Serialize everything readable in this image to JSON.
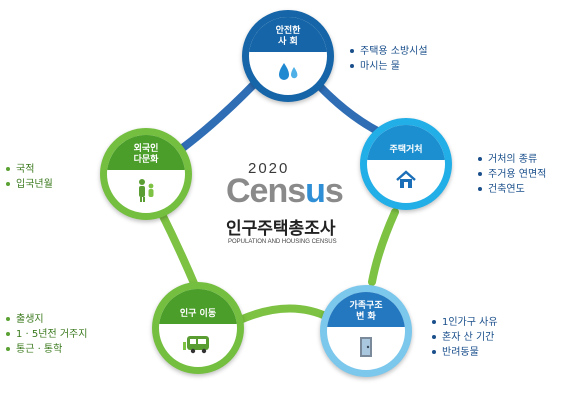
{
  "colors": {
    "connector": "#7dc242",
    "connector_blue": "#2f6db5",
    "accent_blue": "#1565a8",
    "accent_green": "#74bf3f",
    "census_accent": "#2f8fd6"
  },
  "center": {
    "year": "2020",
    "logo_pre": "Cens",
    "logo_u": "u",
    "logo_post": "s",
    "title_ko": "인구주택총조사",
    "title_en": "POPULATION AND HOUSING CENSUS"
  },
  "nodes": {
    "safe_society": {
      "line1": "안전한",
      "line2": "사 회",
      "icon": "water-drop-icon",
      "items": [
        "주택용 소방시설",
        "마시는 물"
      ]
    },
    "housing": {
      "line1": "주택거처",
      "line2": "",
      "icon": "house-icon",
      "items": [
        "거처의 종류",
        "주거용 연면적",
        "건축연도"
      ]
    },
    "household": {
      "line1": "가족구조",
      "line2": "변 화",
      "icon": "door-icon",
      "items": [
        "1인가구 사유",
        "혼자 산 기간",
        "반려동물"
      ]
    },
    "migration": {
      "line1": "인구 이동",
      "line2": "",
      "icon": "bus-icon",
      "items": [
        "출생지",
        "1 · 5년전 거주지",
        "통근 · 통학"
      ]
    },
    "foreigner": {
      "line1": "외국인",
      "line2": "다문화",
      "icon": "family-icon",
      "items": [
        "국적",
        "입국년월"
      ]
    }
  }
}
